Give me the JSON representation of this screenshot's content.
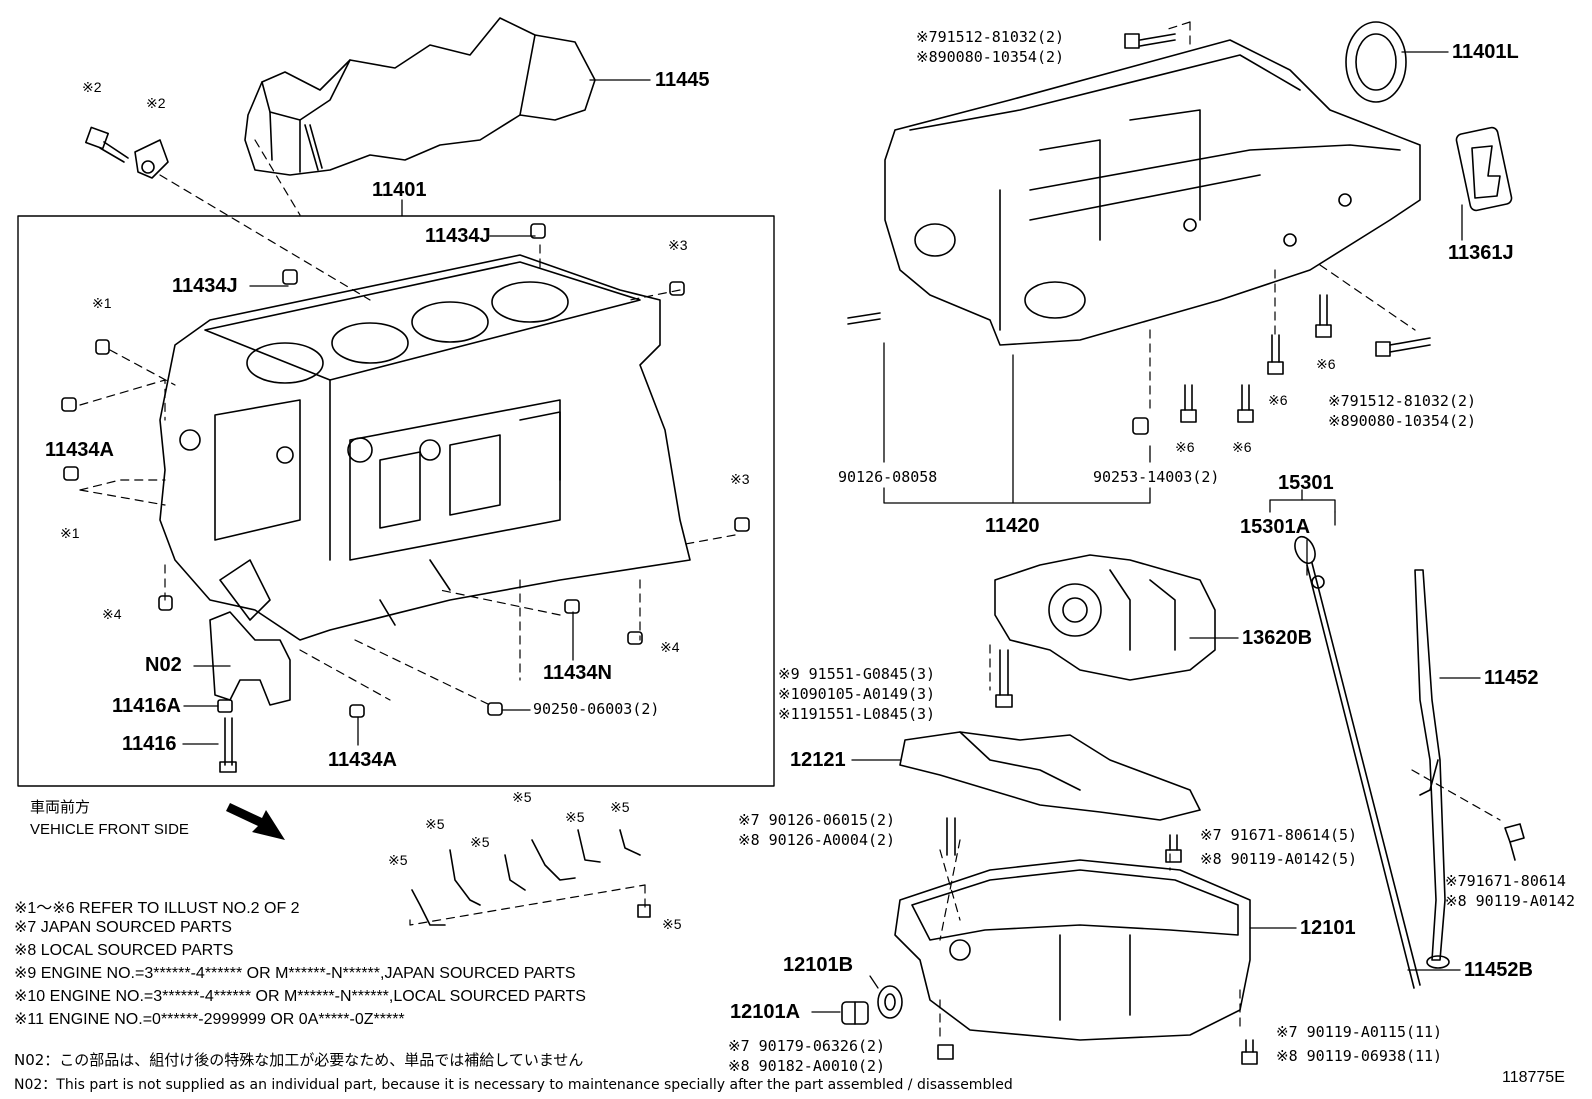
{
  "labels": {
    "p11445": "11445",
    "p11401": "11401",
    "p11401L": "11401L",
    "p11361J": "11361J",
    "p11434J_a": "11434J",
    "p11434J_b": "11434J",
    "p11434A_a": "11434A",
    "p11434A_b": "11434A",
    "p11434N": "11434N",
    "pN02": "N02",
    "p11416A": "11416A",
    "p11416": "11416",
    "p90250": "90250-06003(2)",
    "p11420": "11420",
    "p90126_08058": "90126-08058",
    "p90253": "90253-14003(2)",
    "p15301": "15301",
    "p15301A": "15301A",
    "p13620B": "13620B",
    "p11452": "11452",
    "p11452B": "11452B",
    "p12121": "12121",
    "p12101": "12101",
    "p12101B": "12101B",
    "p12101A": "12101A",
    "m1a": "※1",
    "m1b": "※1",
    "m2a": "※2",
    "m2b": "※2",
    "m3a": "※3",
    "m3b": "※3",
    "m4a": "※4",
    "m4b": "※4",
    "m5a": "※5",
    "m5b": "※5",
    "m5c": "※5",
    "m5d": "※5",
    "m5e": "※5",
    "m5f": "※5",
    "m5g": "※5",
    "m6a": "※6",
    "m6b": "※6",
    "m6c": "※6",
    "m6d": "※6",
    "r_top1": "※791512-81032(2)",
    "r_top2": "※890080-10354(2)",
    "r_right1": "※791512-81032(2)",
    "r_right2": "※890080-10354(2)",
    "r_pump1": "※9  91551-G0845(3)",
    "r_pump2": "※1090105-A0149(3)",
    "r_pump3": "※1191551-L0845(3)",
    "r_stud1": "※7 90126-06015(2)",
    "r_stud2": "※8 90126-A0004(2)",
    "r_bolt1": "※7  91671-80614(5)",
    "r_bolt2": "※8  90119-A0142(5)",
    "r_gauge1": "※791671-80614",
    "r_gauge2": "※8 90119-A0142",
    "r_plug1": "※7 90179-06326(2)",
    "r_plug2": "※8 90182-A0010(2)",
    "r_pan1": "※7  90119-A0115(11)",
    "r_pan2": "※8  90119-06938(11)"
  },
  "front": {
    "jp": "車両前方",
    "en": "VEHICLE FRONT SIDE"
  },
  "notes": [
    "※1～※6  REFER TO ILLUST NO.2 OF 2",
    "※7 JAPAN SOURCED PARTS",
    "※8 LOCAL SOURCED PARTS",
    "※9 ENGINE NO.=3******-4****** OR M******-N******,JAPAN SOURCED PARTS",
    "※10 ENGINE NO.=3******-4****** OR M******-N******,LOCAL SOURCED PARTS",
    "※11 ENGINE NO.=0******-2999999 OR 0A*****-0Z*****"
  ],
  "n02": {
    "jp": "N02：この部品は、組付け後の特殊な加工が必要なため、単品では補給していません",
    "en": "N02：This part is not supplied as an individual part, because it is necessary to maintenance specially after the part assembled / disassembled"
  },
  "illustration_id": "118775E"
}
